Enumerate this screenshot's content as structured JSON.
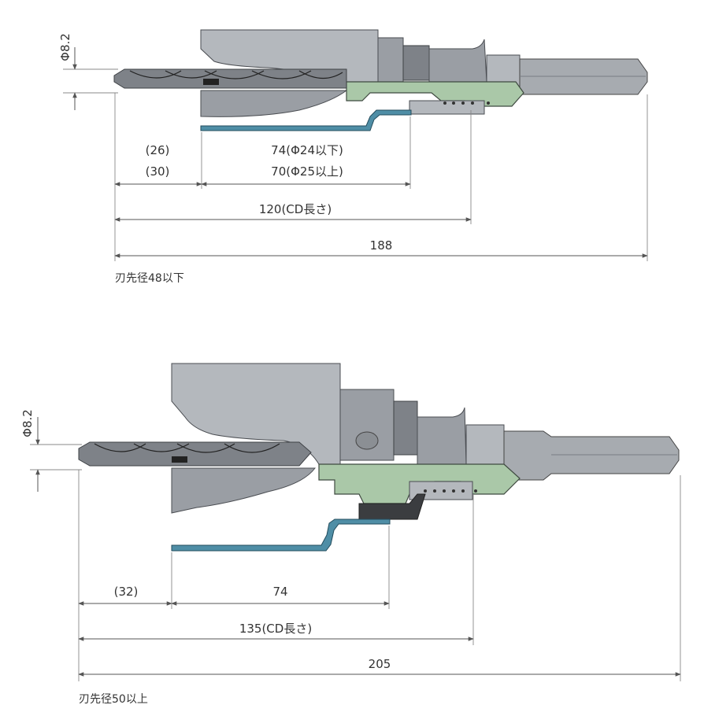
{
  "top": {
    "diameter_label": "Φ8.2",
    "dim_a": "(26)",
    "dim_b": "(30)",
    "dim_c1": "74(Φ24以下)",
    "dim_c2": "70(Φ25以上)",
    "dim_cd": "120(CD長さ)",
    "dim_total": "188",
    "caption": "刃先径48以下"
  },
  "bottom": {
    "diameter_label": "Φ8.2",
    "dim_a": "(32)",
    "dim_c": "74",
    "dim_cd": "135(CD長さ)",
    "dim_total": "205",
    "caption": "刃先径50以上"
  }
}
